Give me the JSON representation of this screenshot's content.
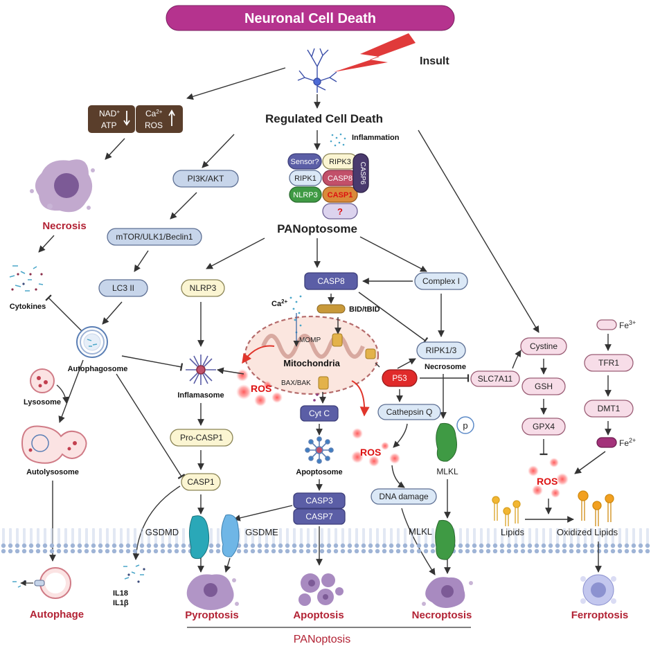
{
  "title": "Neuronal Cell Death",
  "insult": "Insult",
  "regulated_cell_death": "Regulated Cell Death",
  "inflammation": "Inflammation",
  "energy_box": {
    "nad": "NAD",
    "nad_sup": "+",
    "atp": "ATP",
    "ca": "Ca",
    "ca_sup": "2+",
    "ros": "ROS"
  },
  "panoptosome": {
    "label": "PANoptosome",
    "components": [
      "Sensor?",
      "RIPK3",
      "RIPK1",
      "CASP8",
      "NLRP3",
      "CASP1",
      "?",
      "CASP6"
    ]
  },
  "necrosis": {
    "label": "Necrosis",
    "cytokines": "Cytokines"
  },
  "autophagy_path": {
    "pi3k": "PI3K/AKT",
    "mtor": "mTOR/ULK1/Beclin1",
    "lc3": "LC3 II",
    "autophagosome": "Autophagosome",
    "lysosome": "Lysosome",
    "autolysosome": "Autolysosome",
    "outcome": "Autophage"
  },
  "pyroptosis_path": {
    "nlrp3": "NLRP3",
    "inflamasome": "Inflamasome",
    "pro_casp1": "Pro-CASP1",
    "casp1": "CASP1",
    "gsdmd": "GSDMD",
    "gsdme": "GSDME",
    "il18": "IL18",
    "il1b": "IL1β",
    "outcome": "Pyroptosis"
  },
  "apoptosis_path": {
    "casp8": "CASP8",
    "bid": "BID/tBID",
    "ca": "Ca",
    "ca_sup": "2+",
    "momp": "MOMP",
    "mitochondria": "Mitochondria",
    "bax": "BAX/BAK",
    "ros": "ROS",
    "cytc": "Cyt C",
    "apoptosome": "Apoptosome",
    "casp3": "CASP3",
    "casp7": "CASP7",
    "outcome": "Apoptosis"
  },
  "necroptosis_path": {
    "complex1": "Complex I",
    "ripk": "RIPK1/3",
    "necrosome": "Necrosome",
    "p53": "P53",
    "cathepsin": "Cathepsin Q",
    "ros": "ROS",
    "dna": "DNA damage",
    "p": "p",
    "mlkl": "MLKL",
    "mlkl2": "MLKL",
    "outcome": "Necroptosis"
  },
  "ferroptosis_path": {
    "slc": "SLC7A11",
    "cystine": "Cystine",
    "gsh": "GSH",
    "gpx4": "GPX4",
    "ros": "ROS",
    "fe3": "Fe",
    "fe3_sup": "3+",
    "tfr1": "TFR1",
    "dmt1": "DMT1",
    "fe2": "Fe",
    "fe2_sup": "2+",
    "lipids": "Lipids",
    "oxidized": "Oxidized  Lipids",
    "outcome": "Ferroptosis"
  },
  "panoptosis": "PANoptosis",
  "colors": {
    "title_bg": "#b5338e",
    "outcome": "#b22234",
    "purple_box": "#5b5ea6",
    "blue_box": "#dbe8f6",
    "yellow_box": "#fbf5d2",
    "pink_box": "#f7dde8",
    "brown_box": "#5a3e2b",
    "membrane": "#9fb4d6"
  }
}
